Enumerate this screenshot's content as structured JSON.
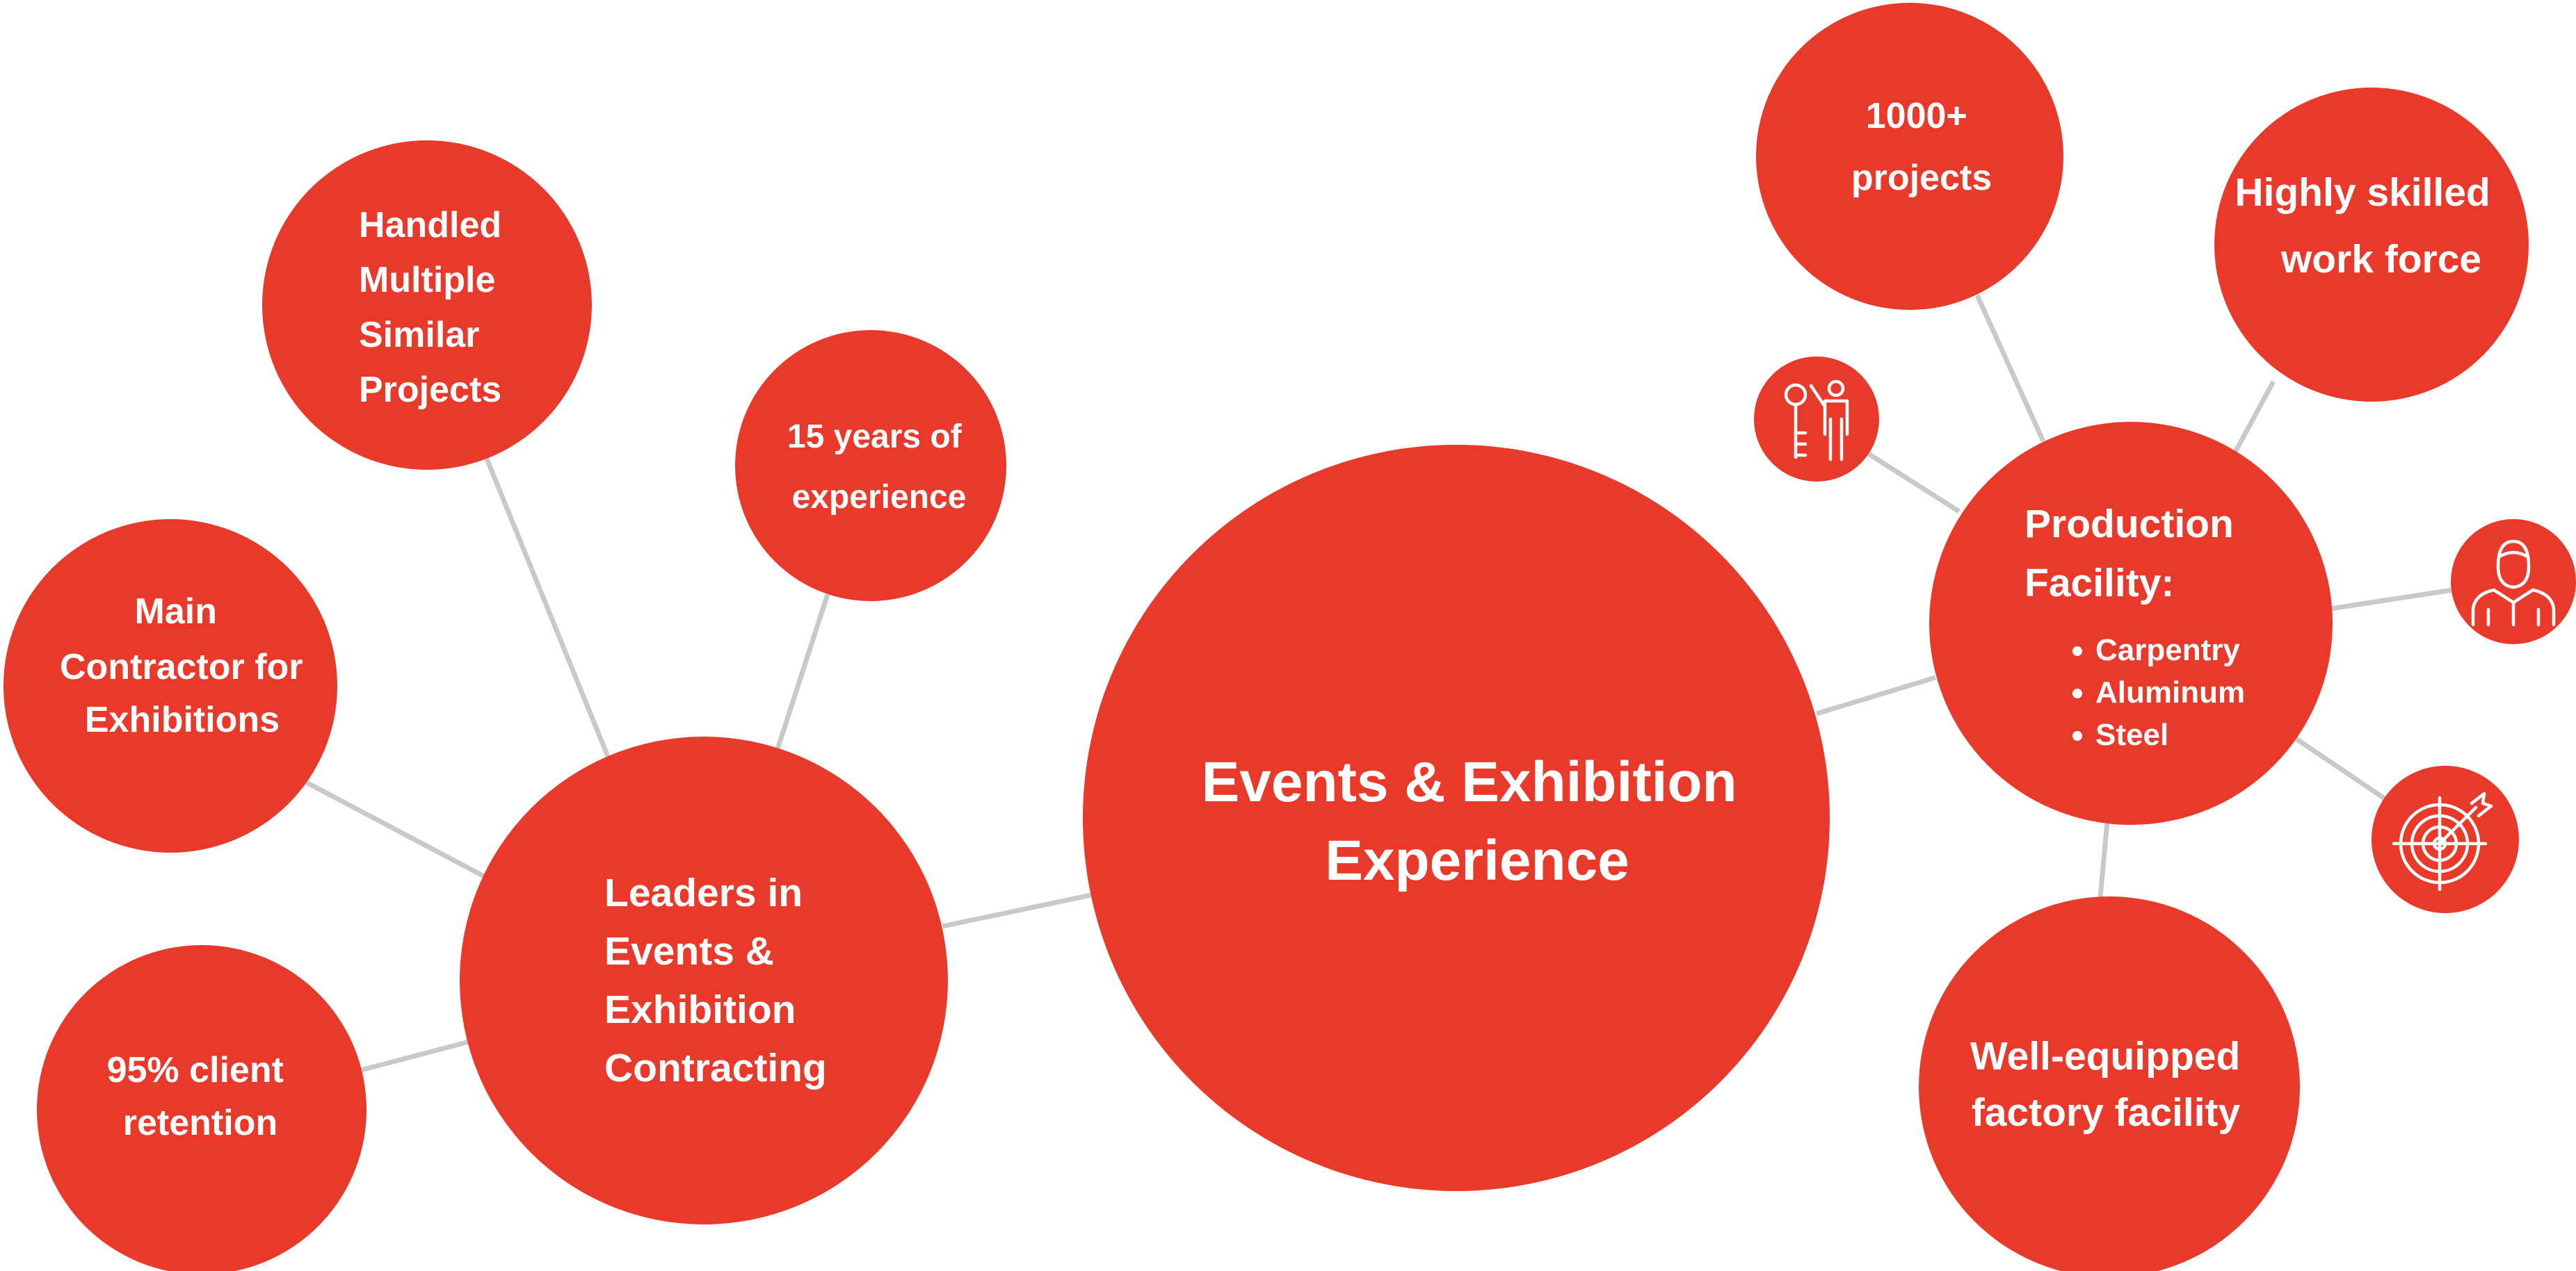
{
  "diagram": {
    "central": {
      "line1": "Events & Exhibition",
      "line2": "Experience"
    },
    "leaders": {
      "line1": "Leaders in",
      "line2": "Events &",
      "line3": "Exhibition",
      "line4": "Contracting"
    },
    "handled": {
      "line1": "Handled",
      "line2": "Multiple",
      "line3": "Similar",
      "line4": "Projects"
    },
    "experience": {
      "line1": "15 years of",
      "line2": "experience"
    },
    "main_contractor": {
      "line1": "Main",
      "line2": "Contractor for",
      "line3": "Exhibitions"
    },
    "retention": {
      "line1": "95% client",
      "line2": "retention"
    },
    "production": {
      "title_line1": "Production",
      "title_line2": "Facility:",
      "items": [
        "Carpentry",
        "Aluminum",
        "Steel"
      ]
    },
    "projects": {
      "line1": "1000+",
      "line2": "projects"
    },
    "workforce": {
      "line1": "Highly skilled",
      "line2": "work force"
    },
    "factory": {
      "line1": "Well-equipped",
      "line2": "factory facility"
    },
    "icons": [
      "key-person-icon",
      "worker-icon",
      "target-icon"
    ],
    "colors": {
      "node": "#e8392b",
      "connector": "#c9c9c9",
      "text": "#ffffff"
    }
  }
}
